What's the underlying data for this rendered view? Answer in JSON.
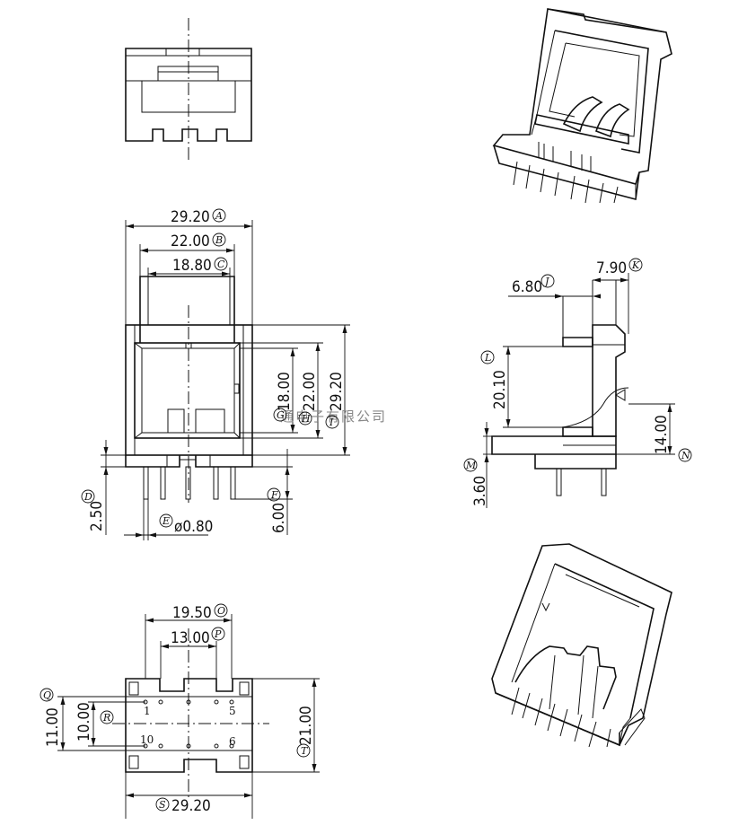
{
  "front_view": {
    "dims": {
      "A": {
        "value": "29.20",
        "letter": "A"
      },
      "B": {
        "value": "22.00",
        "letter": "B"
      },
      "C": {
        "value": "18.80",
        "letter": "C"
      },
      "G": {
        "value": "18.00",
        "letter": "G"
      },
      "H": {
        "value": "22.00",
        "letter": "H"
      },
      "I": {
        "value": "29.20",
        "letter": "I"
      },
      "D": {
        "value": "2.50",
        "letter": "D"
      },
      "E": {
        "value": "ø0.80",
        "letter": "E"
      },
      "F": {
        "value": "6.00",
        "letter": "F"
      }
    }
  },
  "side_view": {
    "dims": {
      "J": {
        "value": "6.80",
        "letter": "J"
      },
      "K": {
        "value": "7.90",
        "letter": "K"
      },
      "L": {
        "value": "20.10",
        "letter": "L"
      },
      "N": {
        "value": "14.00",
        "letter": "N"
      },
      "M": {
        "value": "3.60",
        "letter": "M"
      }
    }
  },
  "bottom_view": {
    "dims": {
      "O": {
        "value": "19.50",
        "letter": "O"
      },
      "P": {
        "value": "13.00",
        "letter": "P"
      },
      "Q": {
        "value": "11.00",
        "letter": "Q"
      },
      "R": {
        "value": "10.00",
        "letter": "R"
      },
      "T": {
        "value": "21.00",
        "letter": "T"
      },
      "S": {
        "value": "29.20",
        "letter": "S"
      }
    },
    "pins": {
      "p1": "1",
      "p5": "5",
      "p10": "10",
      "p6": "6"
    }
  },
  "watermark": "通电子有限公司"
}
